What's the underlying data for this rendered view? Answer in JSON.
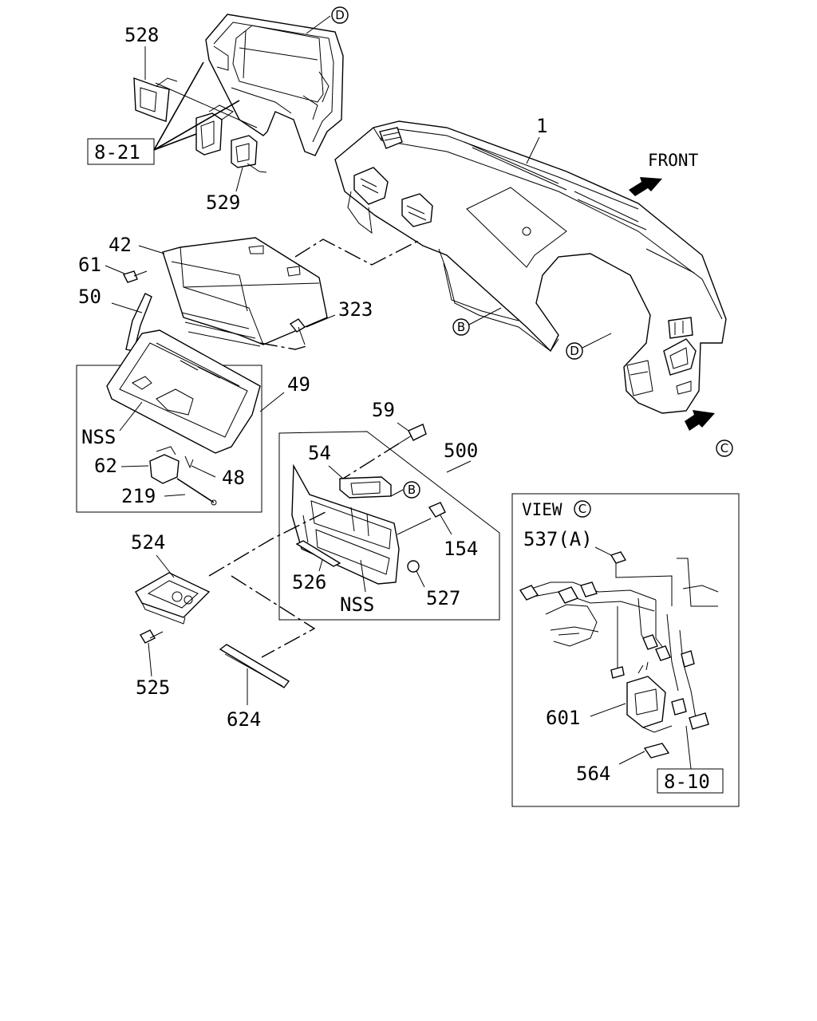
{
  "labels": {
    "p528": "528",
    "p529": "529",
    "ref_8_21": "8-21",
    "p1": "1",
    "front": "FRONT",
    "p42": "42",
    "p61": "61",
    "p50": "50",
    "p323": "323",
    "p49": "49",
    "nss_a": "NSS",
    "p62": "62",
    "p48": "48",
    "p219": "219",
    "p59": "59",
    "p500": "500",
    "p54": "54",
    "p154": "154",
    "p526": "526",
    "nss_b": "NSS",
    "p527": "527",
    "p524": "524",
    "p525": "525",
    "p624": "624",
    "view": "VIEW",
    "p537a": "537(A)",
    "p601": "601",
    "p564": "564",
    "ref_8_10": "8-10"
  },
  "markers": {
    "d_top": "D",
    "d_right": "D",
    "b_panel": "B",
    "b_bracket": "B",
    "c_arrow": "C",
    "c_view": "C"
  }
}
